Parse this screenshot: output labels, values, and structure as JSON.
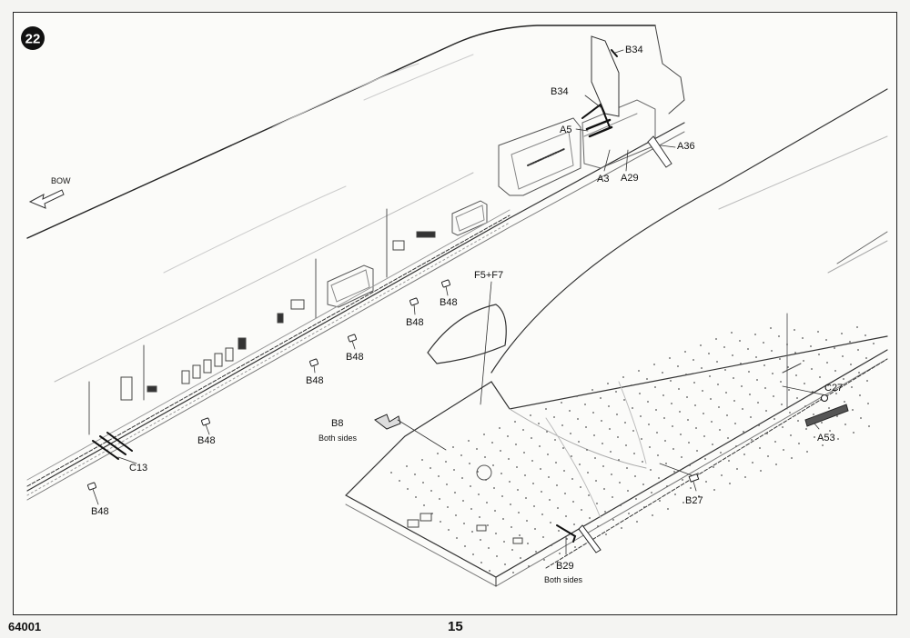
{
  "step": {
    "number": "22"
  },
  "direction": {
    "label": "BOW"
  },
  "callouts": {
    "b34_top": "B34",
    "b34_mid": "B34",
    "a5": "A5",
    "a36": "A36",
    "a3": "A3",
    "a29": "A29",
    "f5f7": "F5+F7",
    "b48_1": "B48",
    "b48_2": "B48",
    "b48_3": "B48",
    "b48_4": "B48",
    "b48_5": "B48",
    "b48_6": "B48",
    "b8": "B8",
    "b8_note": "Both sides",
    "c13": "C13",
    "c27": "C27",
    "a53": "A53",
    "b27": "B27",
    "b29": "B29",
    "b29_note": "Both sides"
  },
  "footer": {
    "kit_number": "64001",
    "page_number": "15"
  }
}
